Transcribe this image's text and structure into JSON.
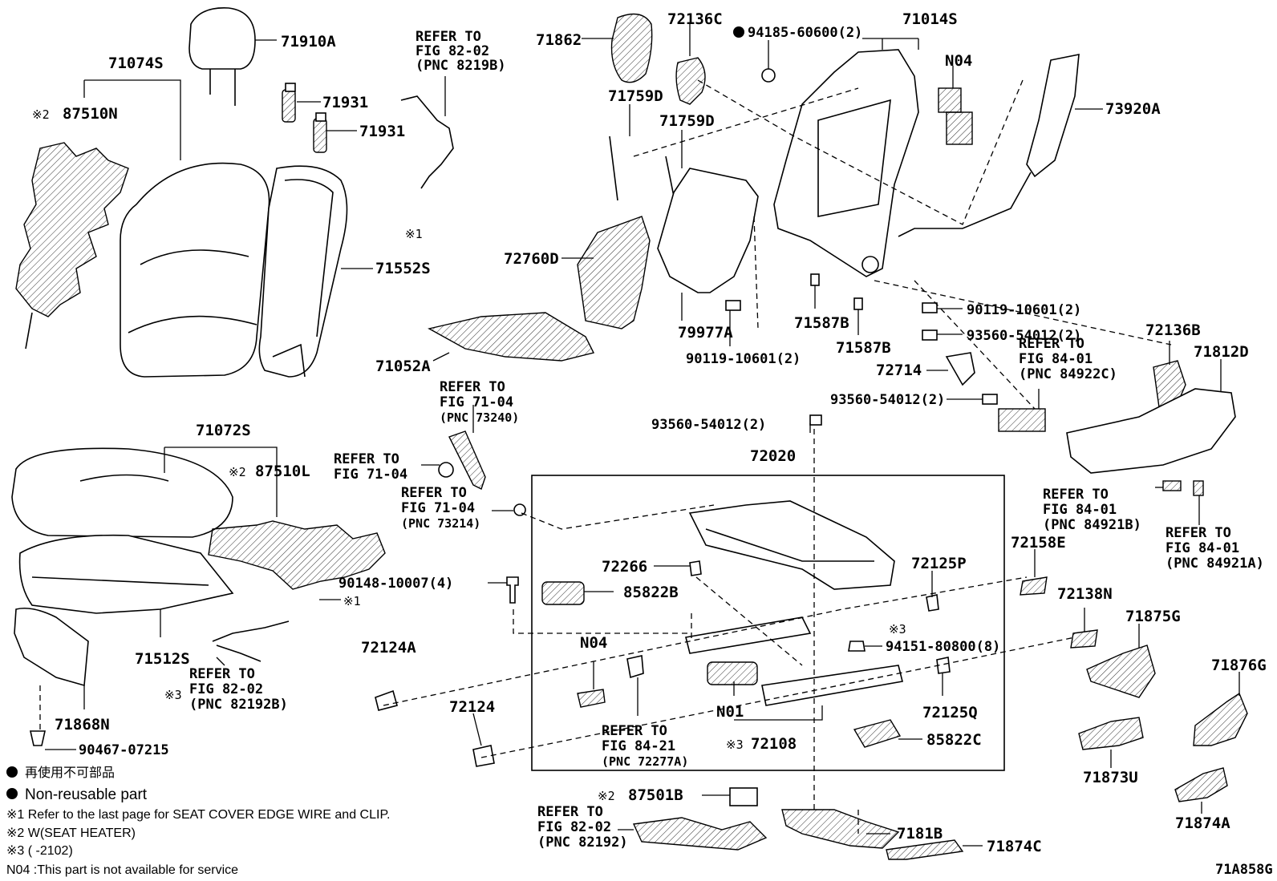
{
  "diagram_id": "71A858G",
  "labels": {
    "p71910A": "71910A",
    "p71074S": "71074S",
    "p87510N": "87510N",
    "mark2a": "※2",
    "p71931a": "71931",
    "p71931b": "71931",
    "ref8202a": [
      "REFER TO",
      "FIG 82-02",
      "(PNC 8219B)"
    ],
    "p71862": "71862",
    "p72136C": "72136C",
    "p94185": "94185-60600(2)",
    "p71014S": "71014S",
    "pN04a": "N04",
    "p73920A": "73920A",
    "p71759Da": "71759D",
    "p71759Db": "71759D",
    "p72760D": "72760D",
    "p79977A": "79977A",
    "p90119a": "90119-10601(2)",
    "p90119b": "90119-10601(2)",
    "p71587Ba": "71587B",
    "p71587Bb": "71587B",
    "p93560a": "93560-54012(2)",
    "p93560b": "93560-54012(2)",
    "p93560c": "93560-54012(2)",
    "p72714": "72714",
    "ref8401a": [
      "REFER TO",
      "FIG 84-01",
      "(PNC 84922C)"
    ],
    "p72136B": "72136B",
    "p71812D": "71812D",
    "p71552S": "71552S",
    "mark1a": "※1",
    "p71052A": "71052A",
    "ref7104a": [
      "REFER TO",
      "FIG 71-04",
      "(PNC 73240)"
    ],
    "ref7104b": [
      "REFER TO",
      "FIG 71-04"
    ],
    "ref7104c": [
      "REFER TO",
      "FIG 71-04",
      "(PNC 73214)"
    ],
    "p71072S": "71072S",
    "p87510L": "87510L",
    "mark2b": "※2",
    "p72020": "72020",
    "ref8401b": [
      "REFER TO",
      "FIG 84-01",
      "(PNC 84921B)"
    ],
    "ref8401c": [
      "REFER TO",
      "FIG 84-01",
      "(PNC 84921A)"
    ],
    "p90148": "90148-10007(4)",
    "mark1b": "※1",
    "p72266": "72266",
    "p85822B": "85822B",
    "p72125P": "72125P",
    "p72158E": "72158E",
    "p72138N": "72138N",
    "p71512S": "71512S",
    "p72124A": "72124A",
    "pN04b": "N04",
    "mark3a": "※3",
    "p94151": "94151-80800(8)",
    "p71875G": "71875G",
    "p71876G": "71876G",
    "ref8202b": [
      "REFER TO",
      "FIG 82-02",
      "(PNC 82192B)"
    ],
    "mark3b": "※3",
    "p72124": "72124",
    "ref8421": [
      "REFER TO",
      "FIG 84-21",
      "(PNC 72277A)"
    ],
    "pN01": "N01",
    "p72125Q": "72125Q",
    "p71868N": "71868N",
    "mark3c": "※3",
    "p72108": "72108",
    "p85822C": "85822C",
    "p71873U": "71873U",
    "p90467": "90467-07215",
    "p71874A": "71874A",
    "mark2c": "※2",
    "p87501B": "87501B",
    "ref8202c": [
      "REFER TO",
      "FIG 82-02",
      "(PNC 82192)"
    ],
    "p7181B": "7181B",
    "p71874C": "71874C"
  },
  "legend": {
    "nonreusable_jp": "再使用不可部品",
    "nonreusable_en": "Non-reusable part",
    "note1": "※1 Refer to the last page for SEAT COVER EDGE WIRE and CLIP.",
    "note2": "※2 W(SEAT HEATER)",
    "note3": "※3 (      -2102)",
    "n04": "N04 :This part is not available for service"
  }
}
